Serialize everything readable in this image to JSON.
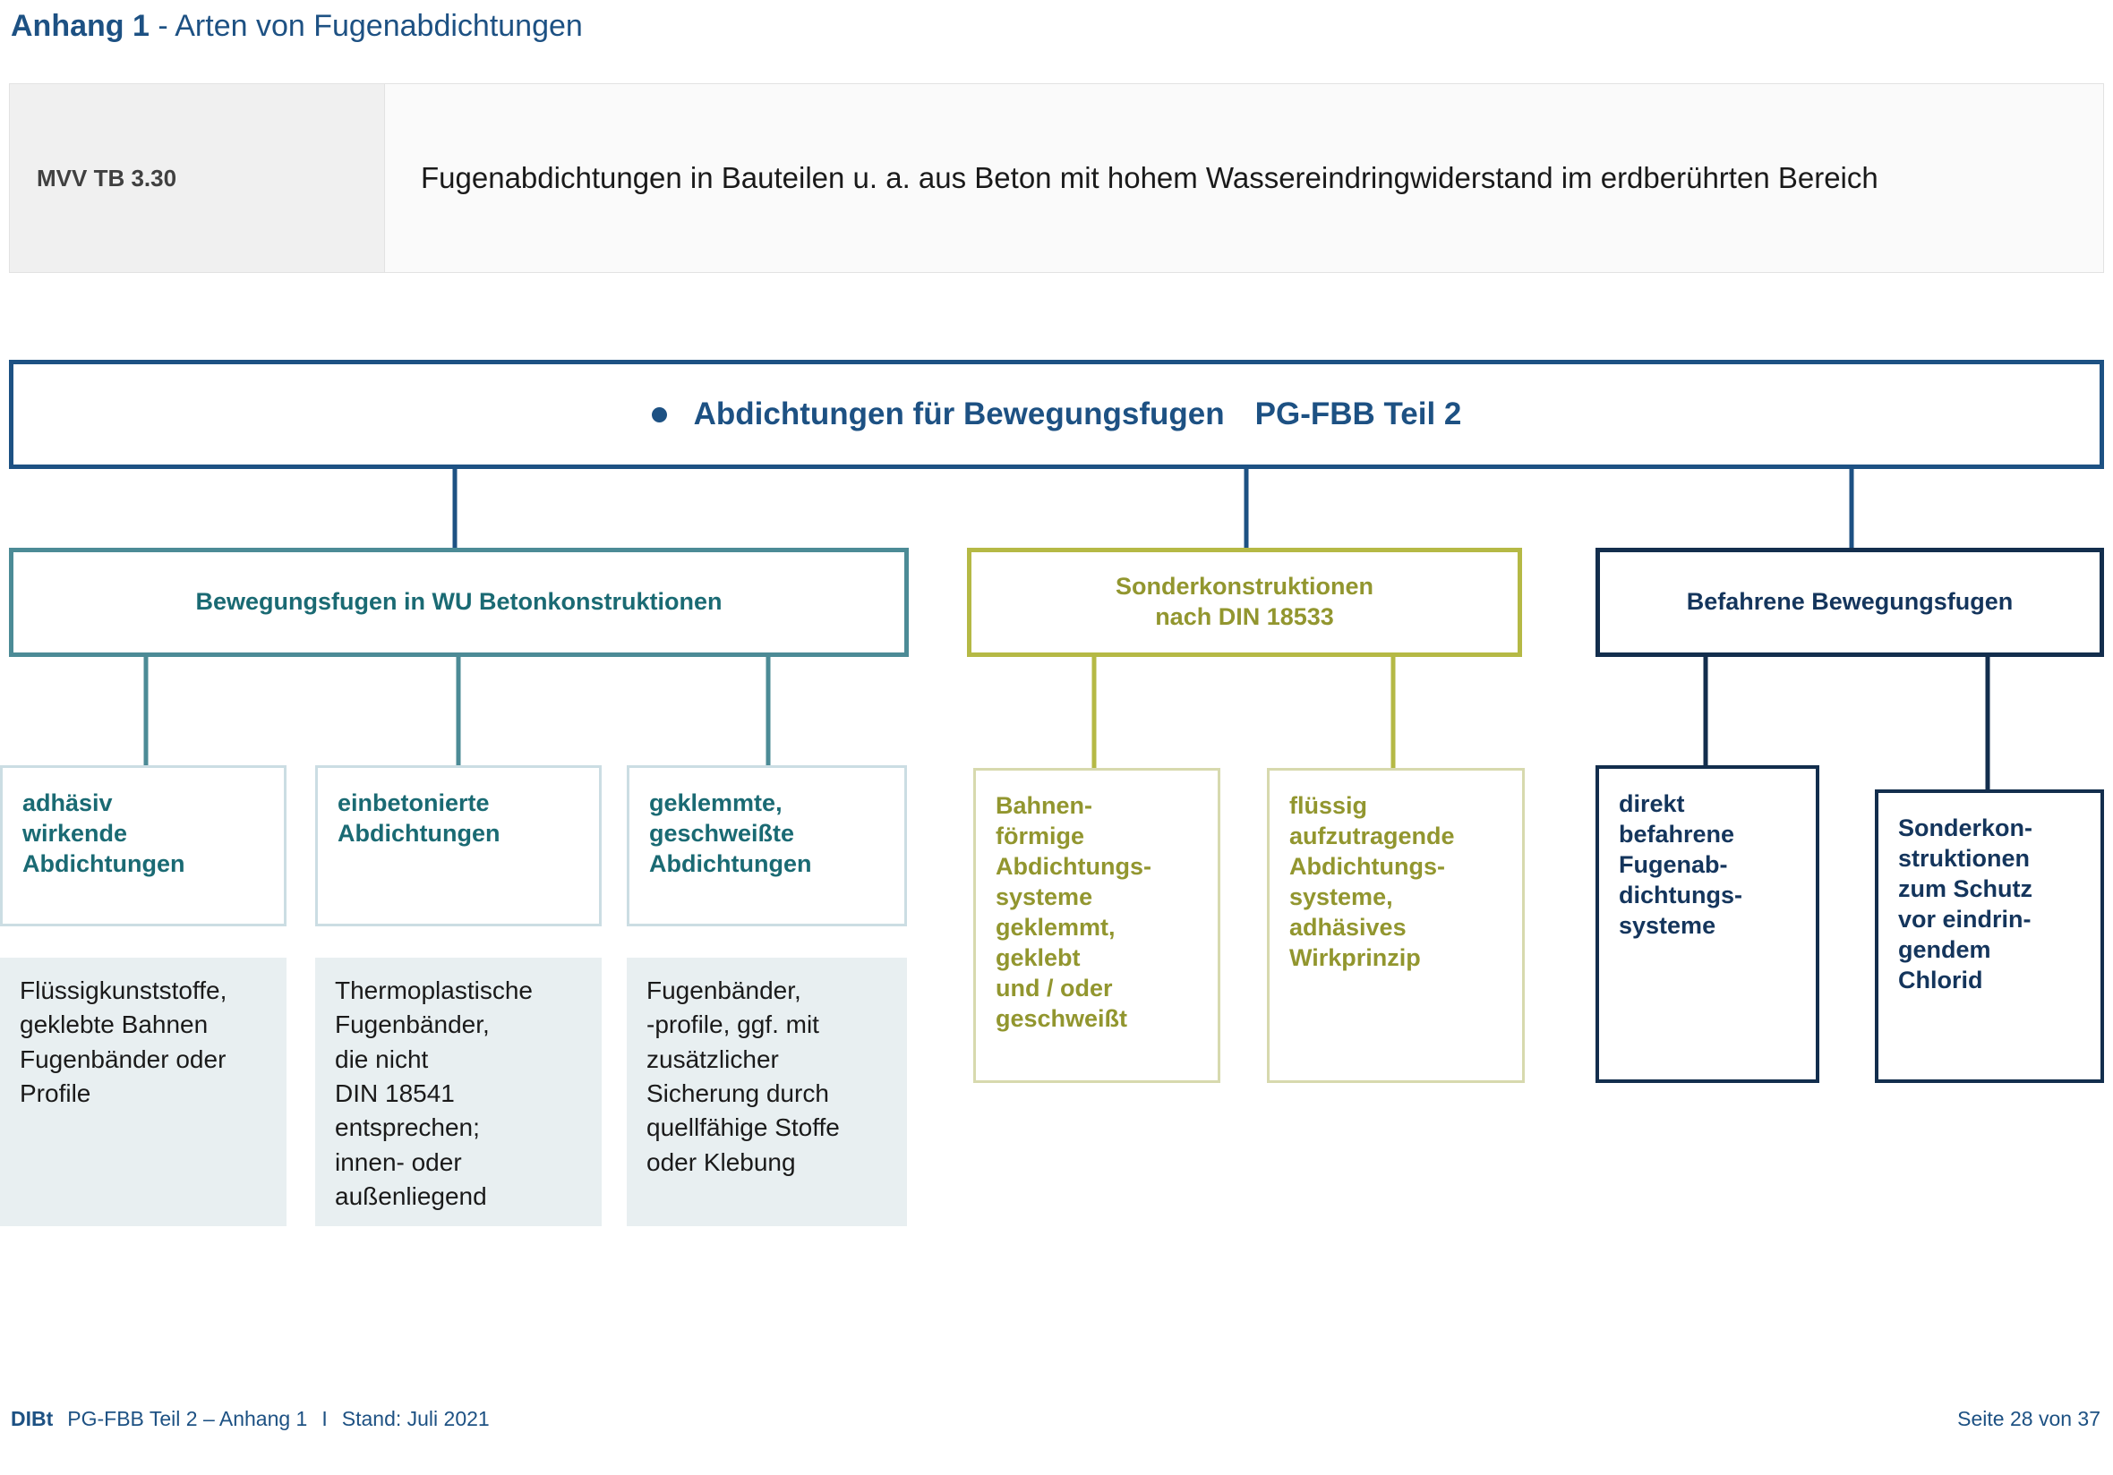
{
  "title": {
    "strong": "Anhang 1",
    "rest": " - Arten von Fugenabdichtungen"
  },
  "mvv_table": {
    "key": "MVV TB 3.30",
    "value": "Fugenabdichtungen in Bauteilen u. a. aus Beton mit hohem Wassereindringwiderstand im erdberührten Bereich"
  },
  "diagram": {
    "root": {
      "label": "Abdichtungen für Bewegungsfugen",
      "suffix": "PG-FBB Teil 2",
      "bullet": "bullet-dot"
    },
    "branches": {
      "teal": {
        "heading": "Bewegungsfugen in WU Betonkonstruktionen",
        "color": "#1a6a73",
        "border": "#4c8b96",
        "children": [
          {
            "label": "adhäsiv\nwirkende\nAbdichtungen",
            "description": "Flüssigkunststoffe,\ngeklebte Bahnen\nFugenbänder oder\nProfile"
          },
          {
            "label": "einbetonierte\nAbdichtungen",
            "description": "Thermoplastische\nFugenbänder,\ndie nicht\nDIN 18541\nentsprechen;\ninnen- oder\naußenliegend"
          },
          {
            "label": "geklemmte,\ngeschweißte\nAbdichtungen",
            "description": "Fugenbänder,\n-profile, ggf. mit\nzusätzlicher\nSicherung durch\nquellfähige Stoffe\noder Klebung"
          }
        ]
      },
      "olive": {
        "heading": "Sonderkonstruktionen\nnach DIN 18533",
        "color": "#92962f",
        "border": "#b5b945",
        "children": [
          {
            "label": "Bahnen-\nförmige\nAbdichtungs-\nsysteme\ngeklemmt,\ngeklebt\nund / oder\ngeschweißt"
          },
          {
            "label": "flüssig\naufzutragende\nAbdichtungs-\nsysteme,\nadhäsives\nWirkprinzip"
          }
        ]
      },
      "navy": {
        "heading": "Befahrene Bewegungsfugen",
        "color": "#14355c",
        "border": "#132e4d",
        "children": [
          {
            "label": "direkt\nbefahrene\nFugenab-\ndichtungs-\nsysteme"
          },
          {
            "label": "Sonderkon-\nstruktionen\nzum Schutz\nvor eindrin-\ngendem\nChlorid"
          }
        ]
      }
    }
  },
  "footer": {
    "brand": "DIBt",
    "doc": "PG-FBB Teil 2 – Anhang 1",
    "separator": "I",
    "date": "Stand: Juli 2021",
    "page": "Seite 28 von 37"
  },
  "colors": {
    "brand_navy": "#1d5183",
    "teal": "#1a6a73",
    "olive": "#92962f",
    "dark_navy": "#14355c",
    "desc_bg": "#e8eff1"
  }
}
